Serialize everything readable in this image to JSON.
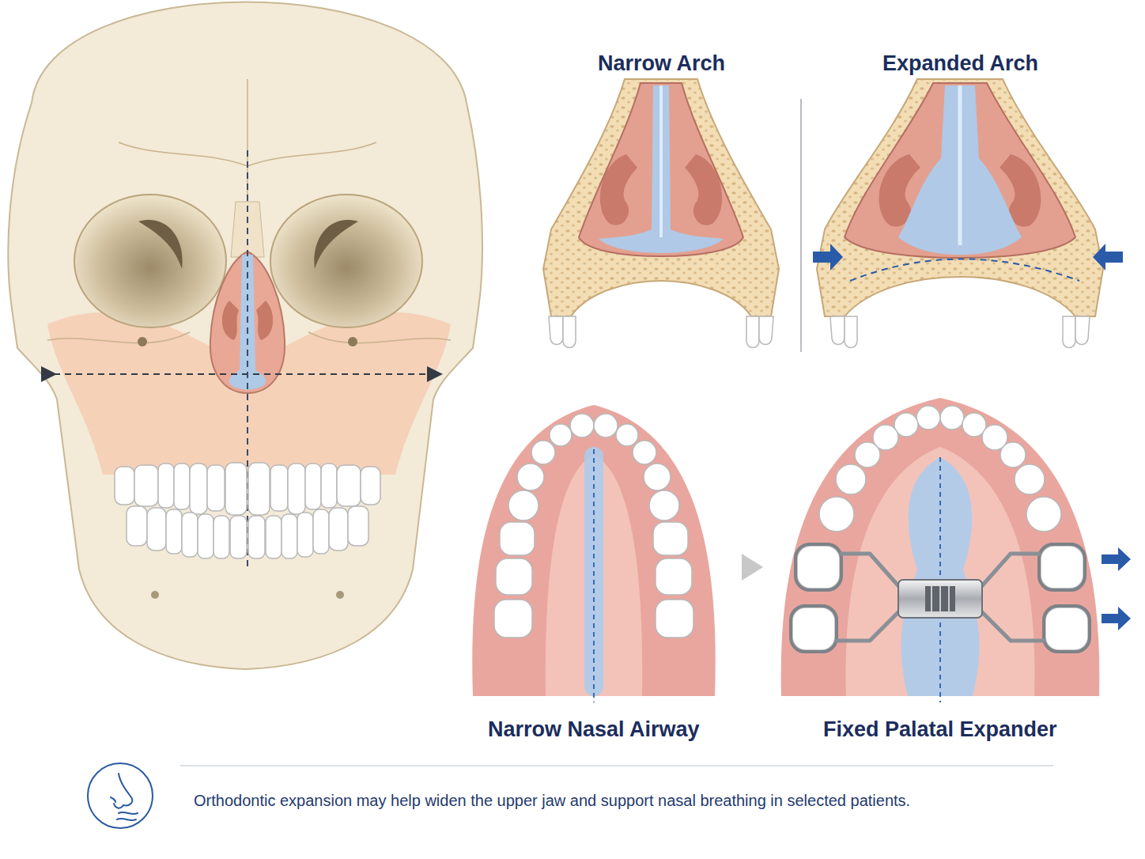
{
  "diagram": {
    "caption": "Orthodontic expansion may help widen the upper jaw and support nasal breathing in selected patients.",
    "labels": [
      "Narrow Arch",
      "Expanded Arch",
      "Narrow Nasal Airway",
      "Fixed Palatal Expander"
    ]
  }
}
